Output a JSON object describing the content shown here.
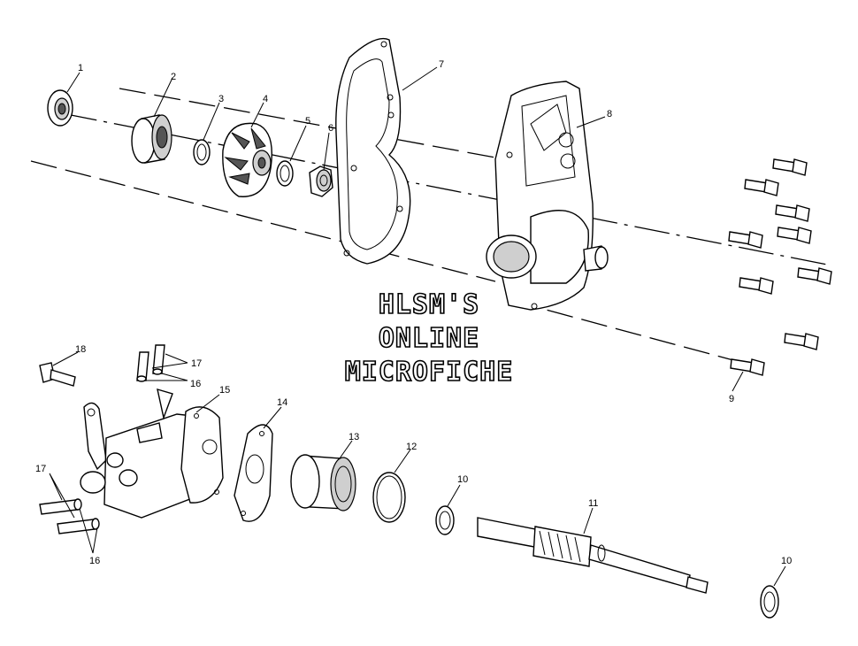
{
  "watermark": {
    "line1": "HLSM'S",
    "line2": "ONLINE",
    "line3": "MICROFICHE"
  },
  "callouts": {
    "c1": "1",
    "c2": "2",
    "c3": "3",
    "c4": "4",
    "c5": "5",
    "c6": "6",
    "c7": "7",
    "c8": "8",
    "c9": "9",
    "c10a": "10",
    "c10b": "10",
    "c11": "11",
    "c12": "12",
    "c13": "13",
    "c14": "14",
    "c15": "15",
    "c16a": "16",
    "c16b": "16",
    "c17a": "17",
    "c17b": "17",
    "c18": "18"
  }
}
